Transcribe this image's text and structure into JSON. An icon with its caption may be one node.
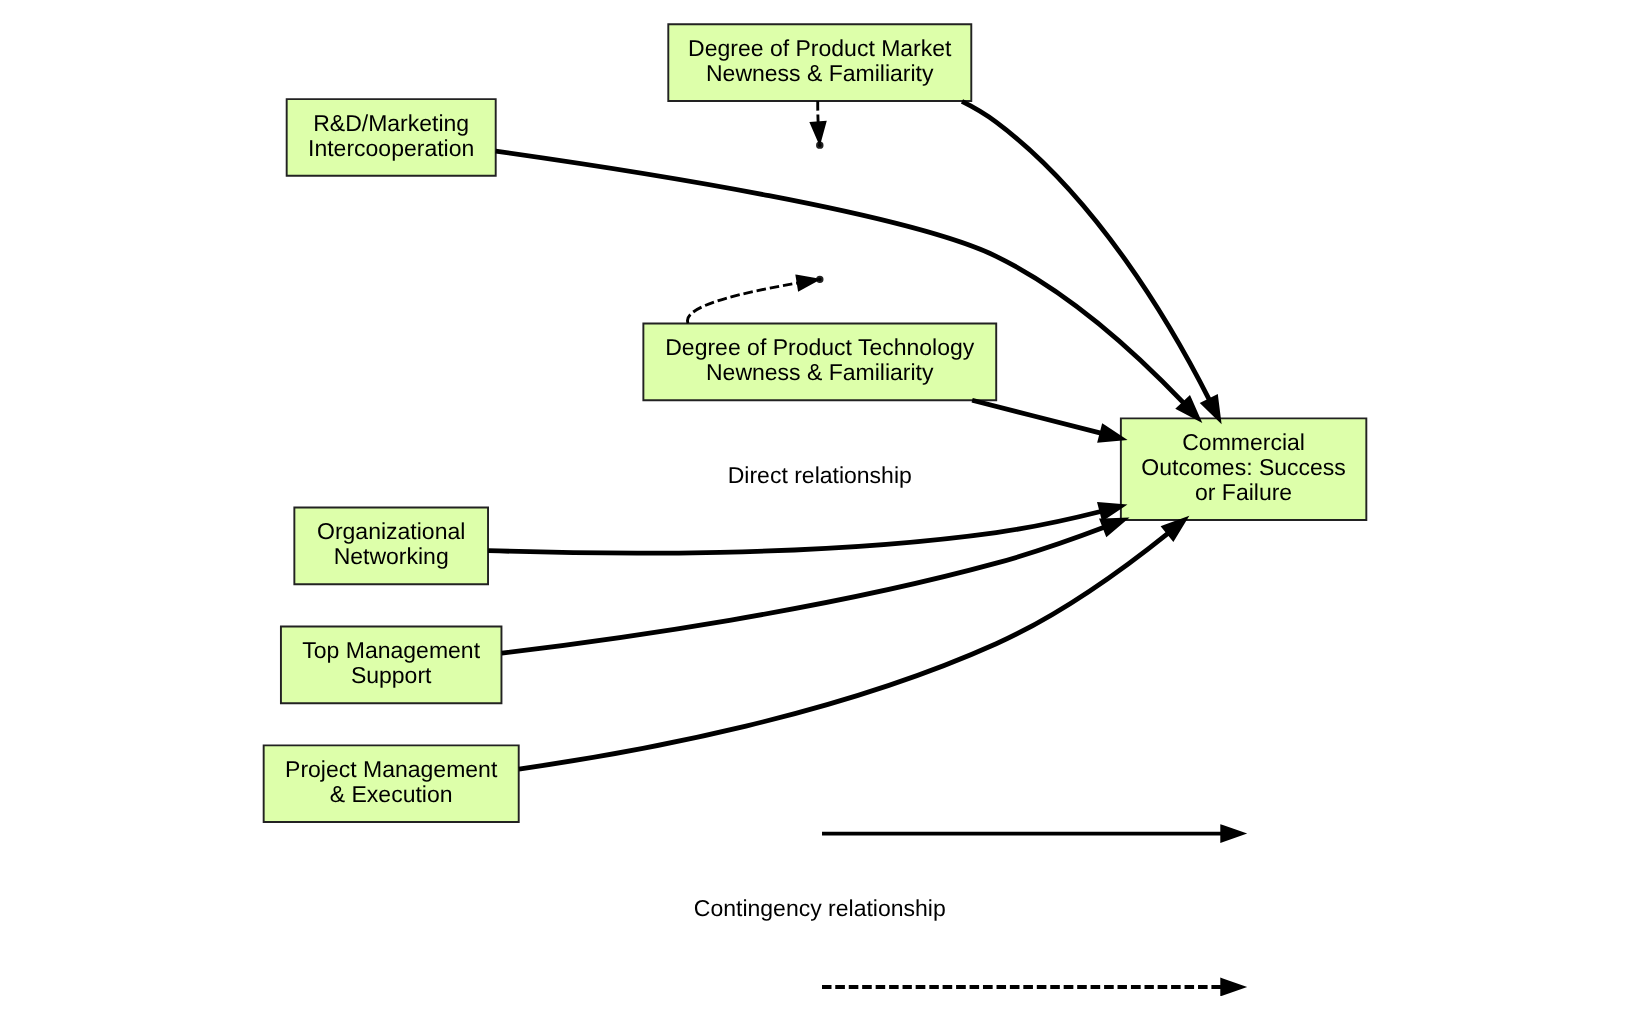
{
  "diagram": {
    "nodes": [
      {
        "text": [
          "R&D/Marketing Intercooperation"
        ]
      },
      {
        "text": [
          "Organizational Networking"
        ]
      },
      {
        "text": [
          "Top Management Support"
        ]
      },
      {
        "text": [
          "Project Management & Execution"
        ]
      },
      {
        "text": [
          "Degree of Product Market Newness & Familiarity"
        ]
      },
      {
        "text": [
          "Degree of Product Technology Newness & Familiarity"
        ]
      },
      {
        "text": [
          "Commercial Outcomes: Success or Failure"
        ]
      }
    ],
    "edges": [
      {
        "from": 0,
        "to": 6,
        "arrow": "to"
      },
      {
        "from": 1,
        "to": 6,
        "arrow": "to"
      },
      {
        "from": 2,
        "to": 6,
        "arrow": "to"
      },
      {
        "from": 3,
        "to": 6,
        "arrow": "to"
      },
      {
        "from": 4,
        "to": null,
        "arrow": "to",
        "style": "dashed"
      },
      {
        "from": 5,
        "to": null,
        "arrow": "to",
        "style": "dashed"
      },
      {
        "from": 4,
        "to": 6,
        "arrow": "to"
      },
      {
        "from": 5,
        "to": 6,
        "arrow": "to"
      }
    ],
    "legend": [
      {
        "text": "Direct relationship"
      },
      {
        "text": "Contingency relationship"
      }
    ]
  }
}
